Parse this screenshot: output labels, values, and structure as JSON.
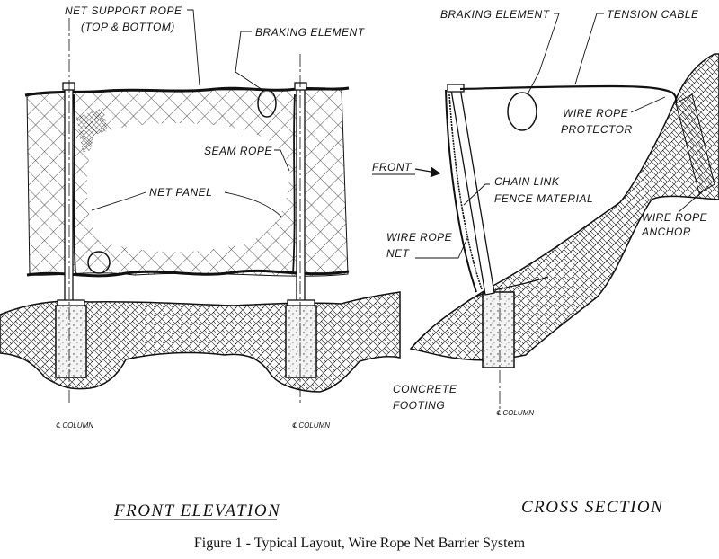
{
  "front_elevation": {
    "title": "FRONT ELEVATION",
    "labels": {
      "net_support_rope": "NET SUPPORT ROPE",
      "net_support_rope_sub": "(TOP & BOTTOM)",
      "braking_element": "BRAKING ELEMENT",
      "seam_rope": "SEAM ROPE",
      "net_panel": "NET PANEL",
      "column_left": "℄ COLUMN",
      "column_right": "℄ COLUMN"
    }
  },
  "cross_section": {
    "title": "CROSS SECTION",
    "labels": {
      "braking_element": "BRAKING ELEMENT",
      "tension_cable": "TENSION CABLE",
      "wire_rope_protector_1": "WIRE ROPE",
      "wire_rope_protector_2": "PROTECTOR",
      "front": "FRONT",
      "chain_link_1": "CHAIN LINK",
      "chain_link_2": "FENCE MATERIAL",
      "wire_rope_anchor_1": "WIRE ROPE",
      "wire_rope_anchor_2": "ANCHOR",
      "wire_rope_net_1": "WIRE ROPE",
      "wire_rope_net_2": "NET",
      "concrete_footing_1": "CONCRETE",
      "concrete_footing_2": "FOOTING",
      "column": "℄ COLUMN"
    }
  },
  "caption": "Figure 1 - Typical Layout, Wire Rope Net Barrier System",
  "colors": {
    "ink": "#111111",
    "paper": "#ffffff"
  }
}
